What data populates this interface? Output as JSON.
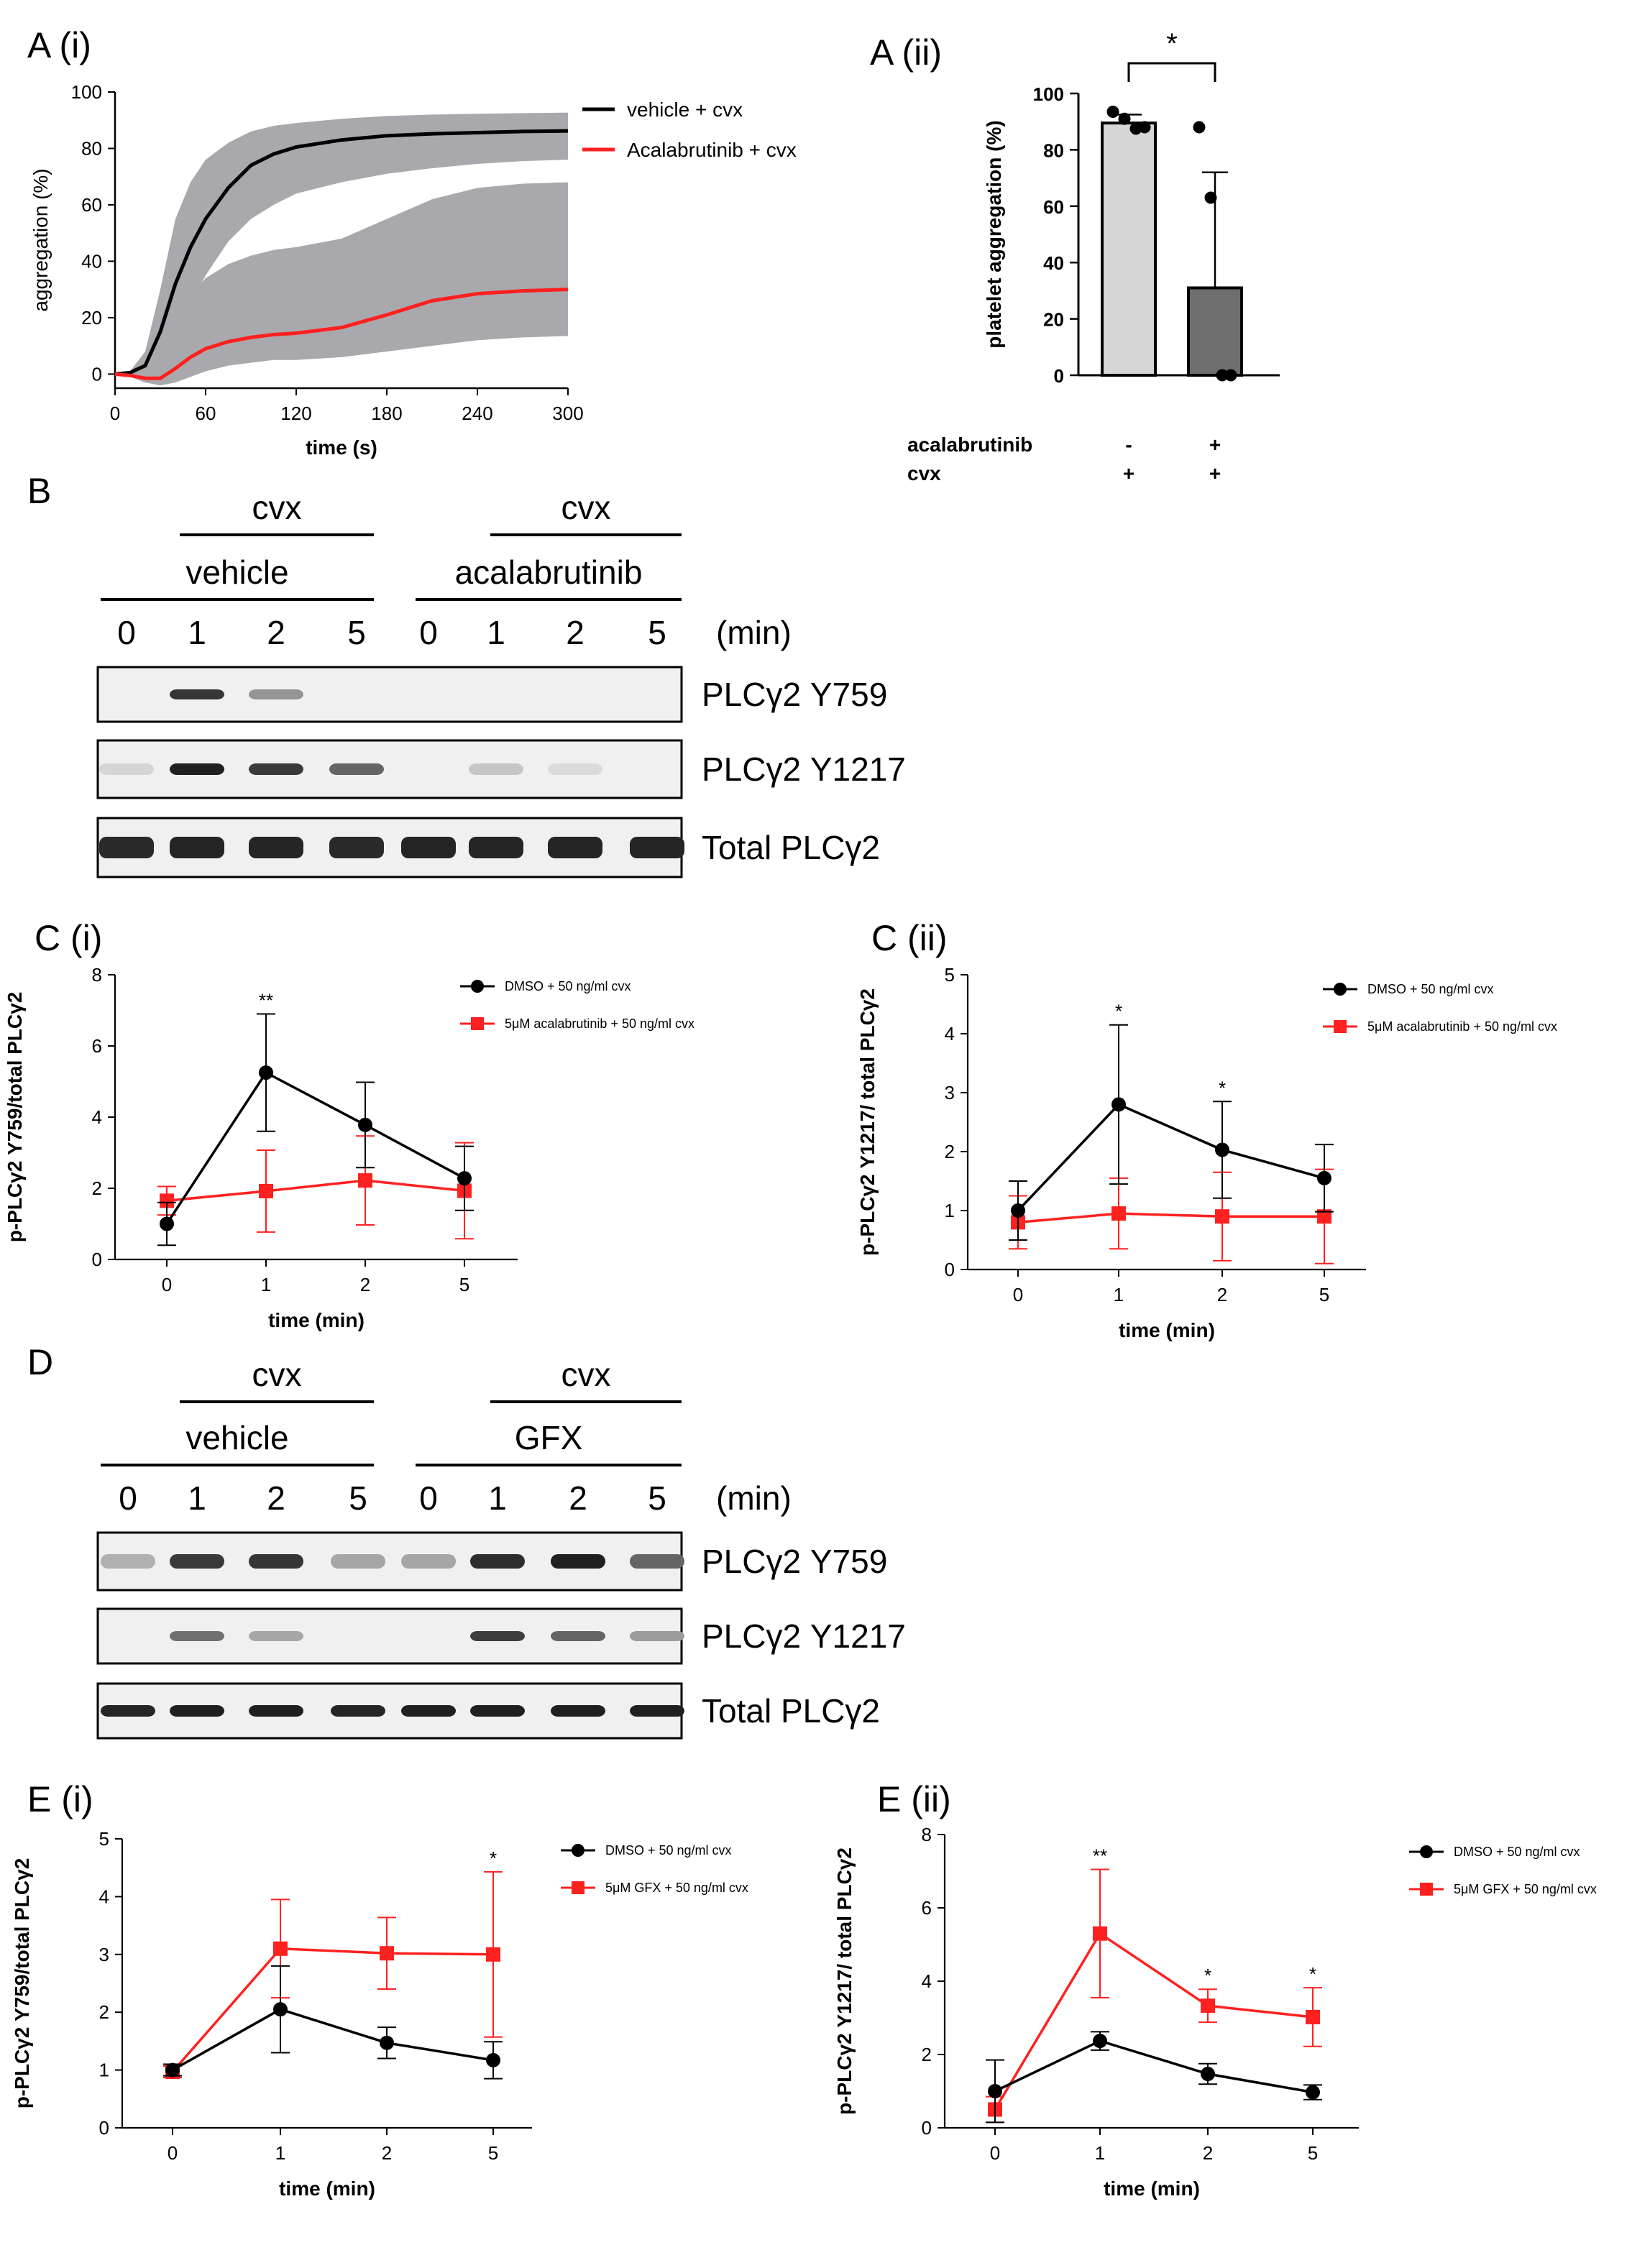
{
  "panels": {
    "a_i": "A (i)",
    "a_ii": "A (ii)",
    "b": "B",
    "c_i": "C (i)",
    "c_ii": "C (ii)",
    "d": "D",
    "e_i": "E (i)",
    "e_ii": "E (ii)"
  },
  "blot_b": {
    "group_labels": [
      "cvx",
      "cvx"
    ],
    "treatment_labels": [
      "vehicle",
      "acalabrutinib"
    ],
    "lanes": [
      "0",
      "1",
      "2",
      "5",
      "0",
      "1",
      "2",
      "5"
    ],
    "unit": "(min)",
    "rows": [
      "PLCγ2 Y759",
      "PLCγ2 Y1217",
      "Total PLCγ2"
    ]
  },
  "blot_d": {
    "group_labels": [
      "cvx",
      "cvx"
    ],
    "treatment_labels": [
      "vehicle",
      "GFX"
    ],
    "lanes": [
      "0",
      "1",
      "2",
      "5",
      "0",
      "1",
      "2",
      "5"
    ],
    "unit": "(min)",
    "rows": [
      "PLCγ2 Y759",
      "PLCγ2 Y1217",
      "Total PLCγ2"
    ]
  },
  "colors": {
    "black": "#000000",
    "red": "#ff2020",
    "band": "#f0f0f0",
    "bar_light": "#d6d6d6",
    "bar_dark": "#6e6e6e"
  },
  "chart_data": [
    {
      "id": "A_i",
      "type": "area",
      "xlabel": "time (s)",
      "ylabel": "aggregation (%)",
      "xlim": [
        0,
        300
      ],
      "ylim": [
        -5,
        100
      ],
      "xticks": [
        "0",
        "60",
        "120",
        "180",
        "240",
        "300"
      ],
      "yticks": [
        "0",
        "20",
        "40",
        "60",
        "80",
        "100"
      ],
      "legend_position": "top-right",
      "series": [
        {
          "name": "vehicle + cvx",
          "color": "#000000",
          "x": [
            0,
            10,
            20,
            30,
            40,
            50,
            60,
            75,
            90,
            105,
            120,
            150,
            180,
            210,
            240,
            270,
            300
          ],
          "y": [
            0,
            0.5,
            3,
            15,
            32,
            45,
            55,
            66,
            74,
            78,
            80.5,
            83,
            84.5,
            85.2,
            85.6,
            86,
            86.2
          ],
          "upper": [
            0,
            1,
            8,
            30,
            55,
            68,
            76,
            82,
            86,
            88,
            89,
            90.5,
            91.5,
            92,
            92.3,
            92.5,
            92.7
          ],
          "lower": [
            0,
            0,
            1,
            5,
            15,
            25,
            35,
            47,
            55,
            60,
            64,
            68,
            71,
            73,
            74.5,
            75.5,
            76
          ]
        },
        {
          "name": "Acalabrutinib + cvx",
          "color": "#ff2020",
          "x": [
            0,
            10,
            20,
            30,
            40,
            50,
            60,
            75,
            90,
            105,
            120,
            150,
            180,
            210,
            240,
            270,
            300
          ],
          "y": [
            0,
            -0.5,
            -1.5,
            -1.5,
            2,
            6,
            9,
            11.5,
            13,
            14,
            14.5,
            16.5,
            21,
            26,
            28.5,
            29.5,
            30
          ],
          "upper": [
            0,
            0.5,
            3,
            10,
            20,
            28,
            34,
            39,
            42,
            44,
            45,
            48,
            55,
            62,
            66,
            67.5,
            68
          ],
          "lower": [
            0,
            -1,
            -3,
            -4,
            -3,
            -1,
            1,
            3,
            4,
            5,
            5,
            6,
            8,
            10,
            12,
            13,
            13.5
          ]
        }
      ]
    },
    {
      "id": "A_ii",
      "type": "bar",
      "ylabel": "platelet aggregation (%)",
      "ylim": [
        0,
        100
      ],
      "yticks": [
        "0",
        "20",
        "40",
        "60",
        "80",
        "100"
      ],
      "row_labels": [
        "acalabrutinib",
        "cvx"
      ],
      "conditions": [
        [
          "-",
          "+"
        ],
        [
          "+",
          "+"
        ]
      ],
      "values": [
        89.5,
        31
      ],
      "errors": [
        3,
        41
      ],
      "points": [
        [
          93.5,
          91,
          87.5,
          88
        ],
        [
          88,
          63,
          0,
          0
        ]
      ],
      "significance": "*"
    },
    {
      "id": "C_i",
      "type": "line",
      "xlabel": "time (min)",
      "ylabel": "p-PLCγ2 Y759/total PLCγ2",
      "categories": [
        "0",
        "1",
        "2",
        "5"
      ],
      "ylim": [
        0,
        8
      ],
      "yticks": [
        "0",
        "2",
        "4",
        "6",
        "8"
      ],
      "legend_position": "top-right",
      "series": [
        {
          "name": "DMSO + 50 ng/ml cvx",
          "color": "#000000",
          "marker": "circle",
          "values": [
            1.0,
            5.25,
            3.78,
            2.28
          ],
          "errors": [
            0.6,
            1.65,
            1.2,
            0.9
          ]
        },
        {
          "name": "5μM acalabrutinib + 50 ng/ml cvx",
          "color": "#ff2020",
          "marker": "square",
          "values": [
            1.65,
            1.92,
            2.22,
            1.93
          ],
          "errors": [
            0.4,
            1.15,
            1.25,
            1.35
          ]
        }
      ],
      "annotations": [
        {
          "category": "1",
          "text": "**"
        }
      ]
    },
    {
      "id": "C_ii",
      "type": "line",
      "xlabel": "time (min)",
      "ylabel": "p-PLCγ2 Y1217/ total PLCγ2",
      "categories": [
        "0",
        "1",
        "2",
        "5"
      ],
      "ylim": [
        0,
        5
      ],
      "yticks": [
        "0",
        "1",
        "2",
        "3",
        "4",
        "5"
      ],
      "legend_position": "top-right",
      "series": [
        {
          "name": "DMSO + 50 ng/ml cvx",
          "color": "#000000",
          "marker": "circle",
          "values": [
            1.0,
            2.8,
            2.03,
            1.55
          ],
          "errors": [
            0.5,
            1.35,
            0.82,
            0.57
          ]
        },
        {
          "name": "5μM acalabrutinib + 50 ng/ml cvx",
          "color": "#ff2020",
          "marker": "square",
          "values": [
            0.8,
            0.95,
            0.9,
            0.9
          ],
          "errors": [
            0.45,
            0.6,
            0.75,
            0.8
          ]
        }
      ],
      "annotations": [
        {
          "category": "1",
          "text": "*"
        },
        {
          "category": "2",
          "text": "*"
        }
      ]
    },
    {
      "id": "E_i",
      "type": "line",
      "xlabel": "time (min)",
      "ylabel": "p-PLCγ2 Y759/total PLCγ2",
      "categories": [
        "0",
        "1",
        "2",
        "5"
      ],
      "ylim": [
        0,
        5
      ],
      "yticks": [
        "0",
        "1",
        "2",
        "3",
        "4",
        "5"
      ],
      "legend_position": "top-right",
      "series": [
        {
          "name": "DMSO + 50 ng/ml cvx",
          "color": "#000000",
          "marker": "circle",
          "values": [
            1.0,
            2.05,
            1.47,
            1.17
          ],
          "errors": [
            0.1,
            0.75,
            0.27,
            0.32
          ]
        },
        {
          "name": "5μM GFX + 50 ng/ml cvx",
          "color": "#ff2020",
          "marker": "square",
          "values": [
            0.97,
            3.1,
            3.02,
            3.0
          ],
          "errors": [
            0.1,
            0.85,
            0.62,
            1.43
          ]
        }
      ],
      "annotations": [
        {
          "category": "5",
          "text": "*"
        }
      ]
    },
    {
      "id": "E_ii",
      "type": "line",
      "xlabel": "time (min)",
      "ylabel": "p-PLCγ2 Y1217/ total PLCγ2",
      "categories": [
        "0",
        "1",
        "2",
        "5"
      ],
      "ylim": [
        0,
        8
      ],
      "yticks": [
        "0",
        "2",
        "4",
        "6",
        "8"
      ],
      "legend_position": "top-right",
      "series": [
        {
          "name": "DMSO + 50 ng/ml cvx",
          "color": "#000000",
          "marker": "circle",
          "values": [
            1.0,
            2.37,
            1.47,
            0.97
          ],
          "errors": [
            0.85,
            0.25,
            0.28,
            0.2
          ]
        },
        {
          "name": "5μM GFX + 50 ng/ml cvx",
          "color": "#ff2020",
          "marker": "square",
          "values": [
            0.5,
            5.3,
            3.33,
            3.02
          ],
          "errors": [
            0.35,
            1.75,
            0.45,
            0.8
          ]
        }
      ],
      "annotations": [
        {
          "category": "1",
          "text": "**"
        },
        {
          "category": "2",
          "text": "*"
        },
        {
          "category": "5",
          "text": "*"
        }
      ]
    }
  ]
}
